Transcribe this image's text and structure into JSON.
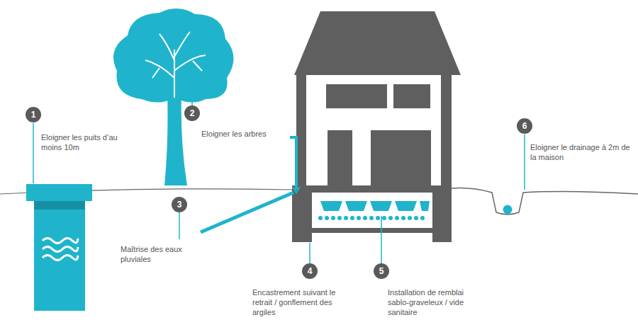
{
  "diagram": {
    "nodes": [
      {
        "text": [
          "1",
          "Eloigner les puits d’au moins 10m"
        ]
      },
      {
        "text": [
          "2",
          "Eloigner les arbres"
        ]
      },
      {
        "text": [
          "3",
          "Maîtrise des eaux pluviales"
        ]
      },
      {
        "text": [
          "4",
          "Encastrement suivant le retrait / gonflement des argiles"
        ]
      },
      {
        "text": [
          "5",
          "Installation de remblai sablo-graveleux / vide sanitaire"
        ]
      },
      {
        "text": [
          "6",
          "Eloigner le drainage à 2m de la maison"
        ]
      }
    ]
  }
}
